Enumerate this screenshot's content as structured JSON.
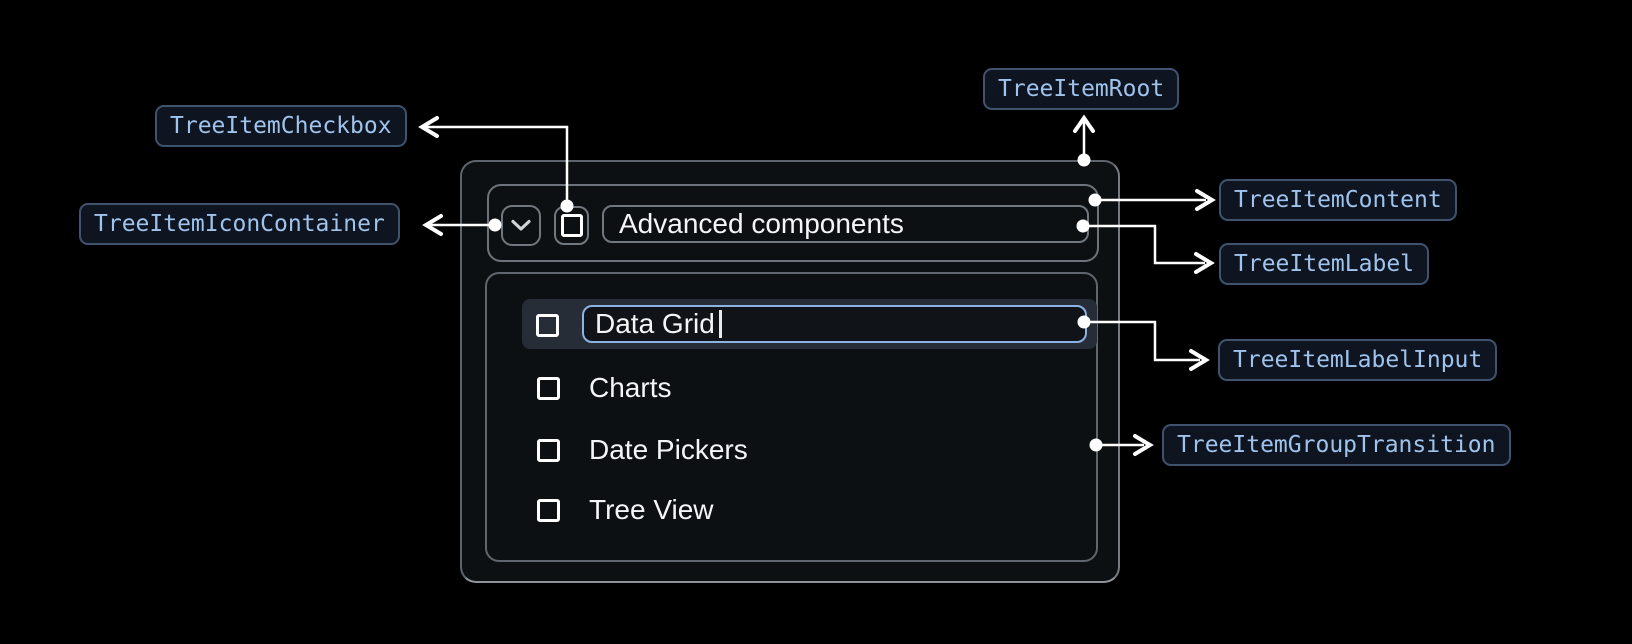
{
  "callouts": {
    "root": {
      "label": "TreeItemRoot"
    },
    "checkbox": {
      "label": "TreeItemCheckbox"
    },
    "icon_container": {
      "label": "TreeItemIconContainer"
    },
    "content": {
      "label": "TreeItemContent"
    },
    "item_label": {
      "label": "TreeItemLabel"
    },
    "label_input": {
      "label": "TreeItemLabelInput"
    },
    "group_transition": {
      "label": "TreeItemGroupTransition"
    }
  },
  "tree": {
    "parent": {
      "label": "Advanced components"
    },
    "edit_row": {
      "input_value": "Data Grid"
    },
    "items": [
      {
        "label": "Charts"
      },
      {
        "label": "Date Pickers"
      },
      {
        "label": "Tree View"
      }
    ]
  },
  "icons": {
    "chevron": "chevron-down-icon",
    "checkbox_unchecked": "checkbox-unchecked-icon"
  },
  "colors": {
    "page_background": "#000000",
    "panel_background": "#0d1013",
    "panel_border": "#5d646c",
    "row_highlight": "#272d36",
    "input_focus_border": "#8cb3e2",
    "callout_background": "#0e1520",
    "callout_border": "#3f536e",
    "callout_text": "#9fc3ec",
    "connector": "#ffffff",
    "text": "#f4f5f6"
  }
}
